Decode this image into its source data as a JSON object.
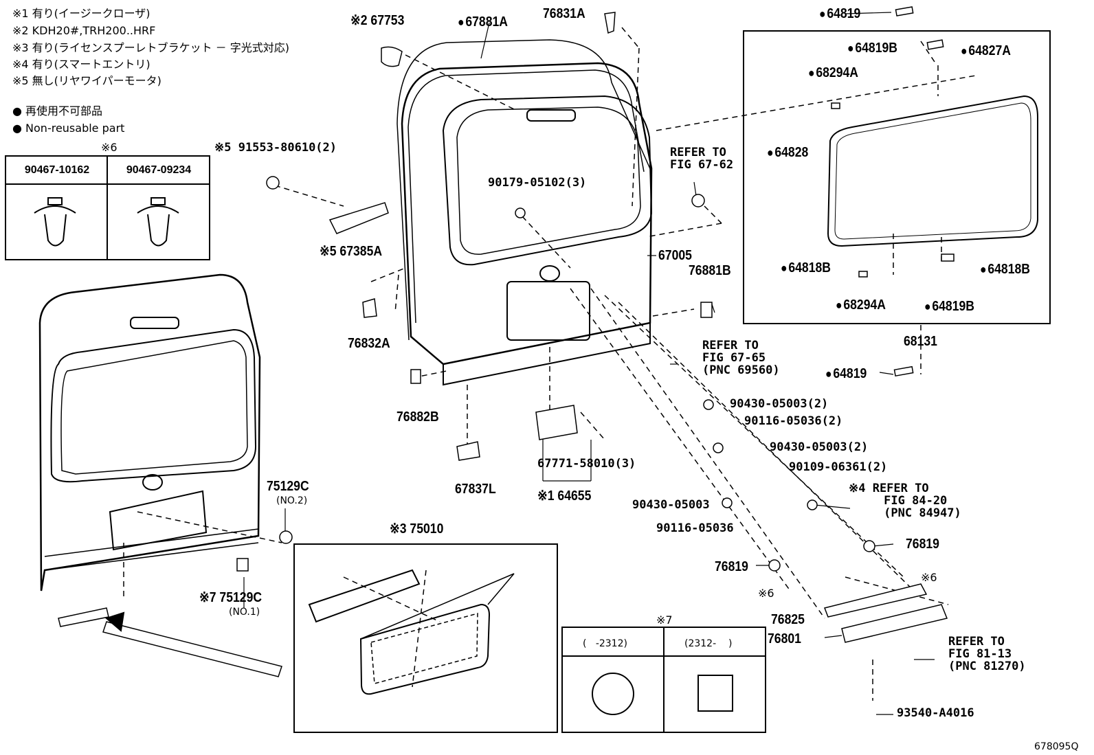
{
  "notes": [
    "※1 有り(イージークローザ)",
    "※2 KDH20#,TRH200..HRF",
    "※3 有り(ライセンスプーレトブラケット － 字光式対応)",
    "※4 有り(スマートエントリ)",
    "※5 無し(リヤワイパーモータ)"
  ],
  "legend": {
    "ja": "再使用不可部品",
    "en": "Non-reusable part"
  },
  "clip_table": {
    "title": "※6",
    "parts": [
      "90467-10162",
      "90467-09234"
    ]
  },
  "inset7": {
    "title": "※7",
    "cols": [
      "(   -2312)",
      "(2312-    )"
    ]
  },
  "labels": {
    "p67753": "※2 67753",
    "p67881A": "67881A",
    "p76831A": "76831A",
    "p64819_top": "64819",
    "p64819B_1": "64819B",
    "p64827A": "64827A",
    "p68294A_1": "68294A",
    "p64828": "64828",
    "p64818B_l": "64818B",
    "p64818B_r": "64818B",
    "p68294A_2": "68294A",
    "p64819B_2": "64819B",
    "p68131": "68131",
    "p64819_bot": "64819",
    "p91553": "※5 91553-80610(2)",
    "p90179": "90179-05102(3)",
    "ref6762": "REFER TO\nFIG 67-62",
    "p67385A": "※5 67385A",
    "p67005": "67005",
    "p76881B": "76881B",
    "p76832A": "76832A",
    "ref6765": "REFER TO\nFIG 67-65\n(PNC 69560)",
    "p76882B": "76882B",
    "p90430_1": "90430-05003(2)",
    "p90116_1": "90116-05036(2)",
    "p90430_2": "90430-05003(2)",
    "p90109": "90109-06361(2)",
    "p67771": "67771-58010(3)",
    "p67837L": "67837L",
    "p64655": "※1 64655",
    "p90430_3": "90430-05003",
    "ref8420": "※4 REFER TO\n     FIG 84-20\n     (PNC 84947)",
    "p75129C_2": "75129C",
    "no2": "(NO.2)",
    "p90116_2": "90116-05036",
    "p76819_r": "76819",
    "p76819_l": "76819",
    "p6_r": "※6",
    "p6_l": "※6",
    "p75010": "※3 75010",
    "p75129C_1": "※7 75129C",
    "no1": "(NO.1)",
    "p76825": "76825",
    "p76801": "76801",
    "ref8113": "REFER TO\nFIG 81-13\n(PNC 81270)",
    "p93540": "93540-A4016",
    "figno": "678095Q"
  }
}
